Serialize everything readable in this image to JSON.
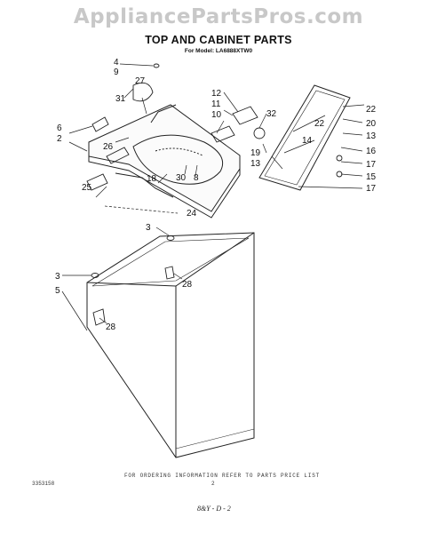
{
  "watermark": "AppliancePartsPros.com",
  "header": {
    "title": "TOP AND CABINET PARTS",
    "subtitle": "For Model: LA6888XTW0"
  },
  "callouts": {
    "c2": "2",
    "c3a": "3",
    "c3b": "3",
    "c4": "4",
    "c5": "5",
    "c6": "6",
    "c8": "8",
    "c9": "9",
    "c10": "10",
    "c11": "11",
    "c12": "12",
    "c13a": "13",
    "c13b": "13",
    "c14": "14",
    "c15": "15",
    "c16": "16",
    "c17a": "17",
    "c17b": "17",
    "c18": "18",
    "c19": "19",
    "c20": "20",
    "c22a": "22",
    "c22b": "22",
    "c24": "24",
    "c25": "25",
    "c26": "26",
    "c27": "27",
    "c28a": "28",
    "c28b": "28",
    "c30": "30",
    "c31": "31",
    "c32": "32"
  },
  "footer": {
    "ordering_note": "FOR ORDERING INFORMATION REFER TO PARTS PRICE LIST",
    "doc_code": "3353158",
    "page_number": "2",
    "handwritten": "8&Y - D - 2"
  }
}
